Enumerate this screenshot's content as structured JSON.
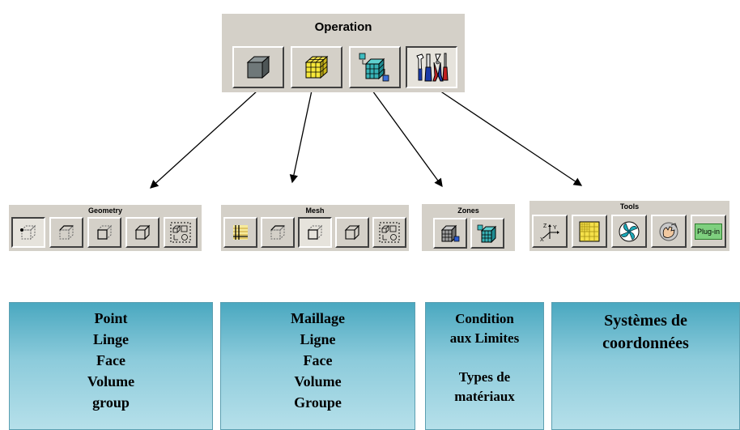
{
  "operation": {
    "title": "Operation",
    "buttons": [
      "geometry-cube",
      "mesh-cube",
      "zones-cube",
      "tools-kit"
    ]
  },
  "toolbars": {
    "geometry": {
      "title": "Geometry"
    },
    "mesh": {
      "title": "Mesh"
    },
    "zones": {
      "title": "Zones"
    },
    "tools": {
      "title": "Tools",
      "plugin_label": "Plug-in"
    }
  },
  "cards": {
    "geometry": {
      "lines": [
        "Point",
        "Linge",
        "Face",
        "Volume",
        "group"
      ]
    },
    "mesh": {
      "lines": [
        "Maillage",
        "Ligne",
        "Face",
        "Volume",
        "Groupe"
      ]
    },
    "zones": {
      "lines": [
        "Condition",
        "aux Limites",
        "Types de",
        "matériaux"
      ]
    },
    "tools": {
      "lines": [
        "Systèmes de",
        "coordonnées"
      ]
    }
  },
  "colors": {
    "panel": "#d4d0c8",
    "card_top": "#4aa8c0",
    "card_bottom": "#b6e0ea",
    "arrow": "#000000"
  }
}
